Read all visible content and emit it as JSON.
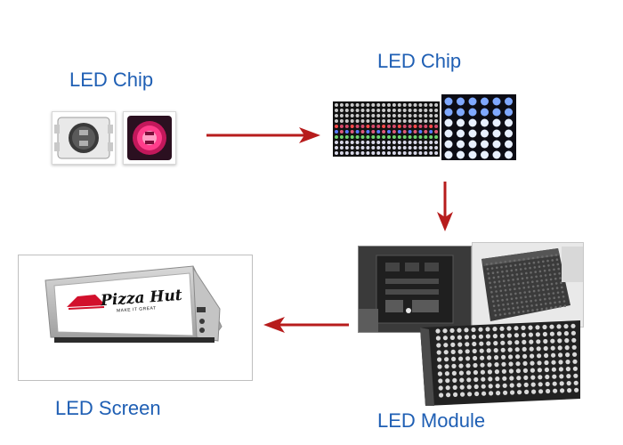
{
  "labels": {
    "chip_left": "LED Chip",
    "chip_right": "LED Chip",
    "module": "LED Module",
    "screen": "LED Screen"
  },
  "sign": {
    "brand": "Pizza Hut",
    "tagline": "MAKE IT GREAT"
  },
  "colors": {
    "label_text": "#1f5fb4",
    "arrow": "#b71c1c",
    "brand_red": "#d2102c"
  },
  "flow": [
    "LED Chip",
    "LED Chip",
    "LED Module",
    "LED Screen"
  ]
}
